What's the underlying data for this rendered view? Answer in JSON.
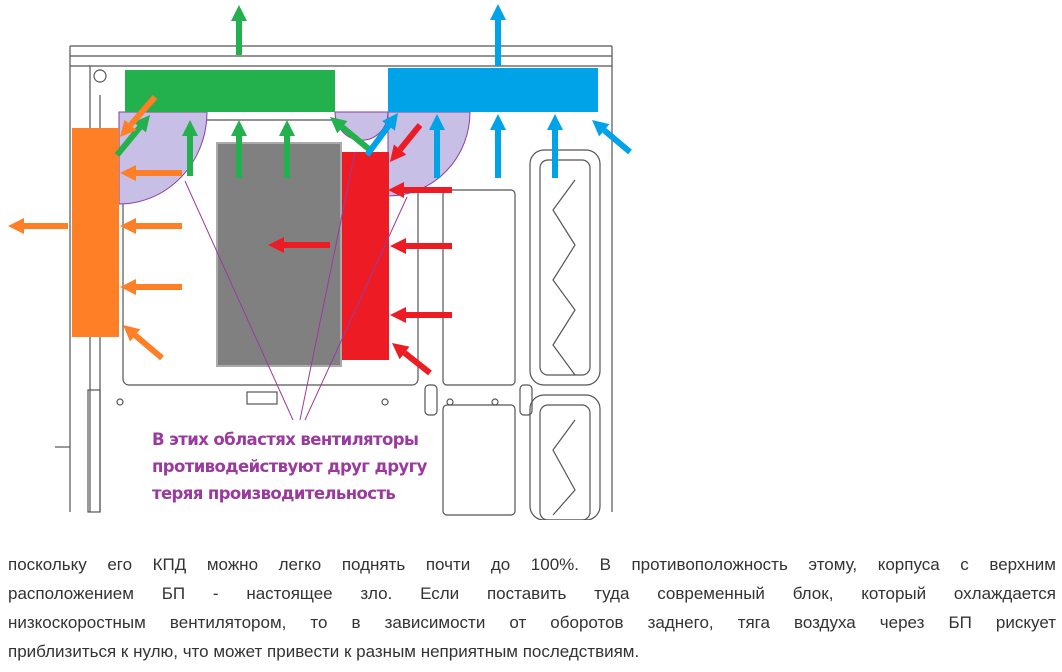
{
  "figure": {
    "caption_lines": [
      "В этих областях вентиляторы",
      "противодействуют друг другу",
      "теряя производительность"
    ],
    "colors": {
      "green_fan": "#22b14c",
      "blue_fan": "#00a2e8",
      "orange_fan": "#ff7f27",
      "red_fan": "#ed1c24",
      "gpu_block": "#808080",
      "conflict_zone": "#c8bfe7",
      "caption": "#9b3a9e"
    }
  },
  "article": {
    "lines": [
      "поскольку его КПД можно легко поднять почти до 100%. В противоположность этому, корпуса с верхним",
      "расположением БП - настоящее зло. Если поставить туда современный блок, который охлаждается",
      "низкоскоростным вентилятором, то в зависимости от оборотов заднего, тяга воздуха через БП рискует",
      "приблизиться к нулю, что может привести к разным неприятным последствиям."
    ]
  }
}
